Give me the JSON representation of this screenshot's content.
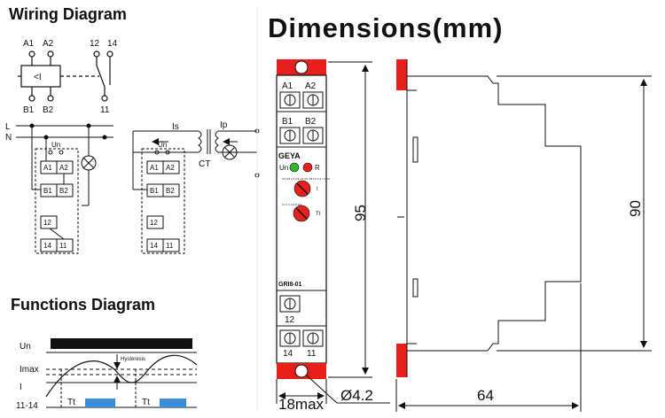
{
  "wiring": {
    "title": "Wiring Diagram",
    "terminals_top": [
      "A1",
      "A2",
      "12",
      "14"
    ],
    "relay_symbol": "<I",
    "terminals_bottom": [
      "B1",
      "B2",
      "11"
    ],
    "line_L": "L",
    "line_N": "N",
    "indicator_un": "Un",
    "block_terms_row1": [
      "A1",
      "A2"
    ],
    "block_terms_row2": [
      "B1",
      "B2"
    ],
    "block_term_12": "12",
    "block_terms_row3": [
      "14",
      "11"
    ],
    "current_is": "Is",
    "current_ip": "Ip",
    "ct_label": "CT"
  },
  "functions": {
    "title": "Functions Diagram",
    "row_un": "Un",
    "row_imax": "Imax",
    "row_i": "I",
    "row_out": "11-14",
    "hysteresis": "Hysteresis",
    "tt1": "Tt",
    "tt2": "Tt"
  },
  "dimensions": {
    "title": "Dimensions(mm)",
    "device": {
      "top_terms": [
        "A1",
        "A2"
      ],
      "mid_terms": [
        "B1",
        "B2"
      ],
      "brand": "GEYA",
      "led_un": "Un",
      "led_r": "R",
      "knob1_label": "I",
      "knob2_label": "Tt",
      "knob1_scale": "0.5 0.8 1.6 2.4 3.2 4.0 4.8 5.6 6.4 7.2 8.0",
      "knob2_scale": "0.1 1 2 4 6 8 10s",
      "model": "GRI8-01",
      "term_12": "12",
      "bottom_terms": [
        "14",
        "11"
      ]
    },
    "height_front": "95",
    "height_side": "90",
    "width_front": "18max",
    "hole": "Ø4.2",
    "depth_side": "64"
  }
}
